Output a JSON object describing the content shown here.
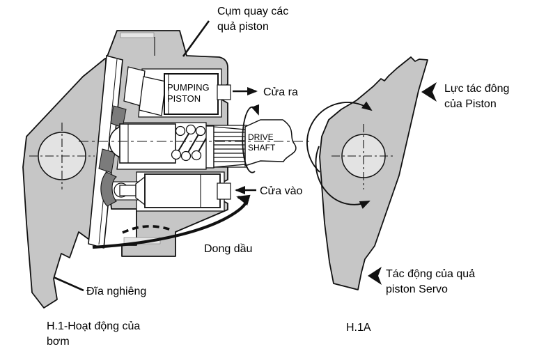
{
  "title": "Axial piston pump operation diagram",
  "colors": {
    "background": "#ffffff",
    "metal_gray": "#c6c6c6",
    "light_gray": "#e3e3e3",
    "dark_gray": "#7b7b7b",
    "line": "#111111"
  },
  "left_figure": {
    "labels": {
      "rotating_group": [
        "Cụm quay các",
        "quả piston"
      ],
      "pumping_piston": [
        "PUMPING",
        "PISTON"
      ],
      "outlet": "Cửa ra",
      "drive_shaft": [
        "DRIVE",
        "SHAFT"
      ],
      "inlet": "Cửa vào",
      "oil_flow": "Dong dầu",
      "swash_plate": "Đĩa nghiêng",
      "caption": [
        "H.1-Hoạt động của",
        "bơm"
      ]
    }
  },
  "right_figure": {
    "labels": {
      "piston_force": [
        "Lực tác đông",
        "của Piston"
      ],
      "servo_action": [
        "Tác động của quả",
        "piston Servo"
      ],
      "caption": "H.1A"
    }
  }
}
